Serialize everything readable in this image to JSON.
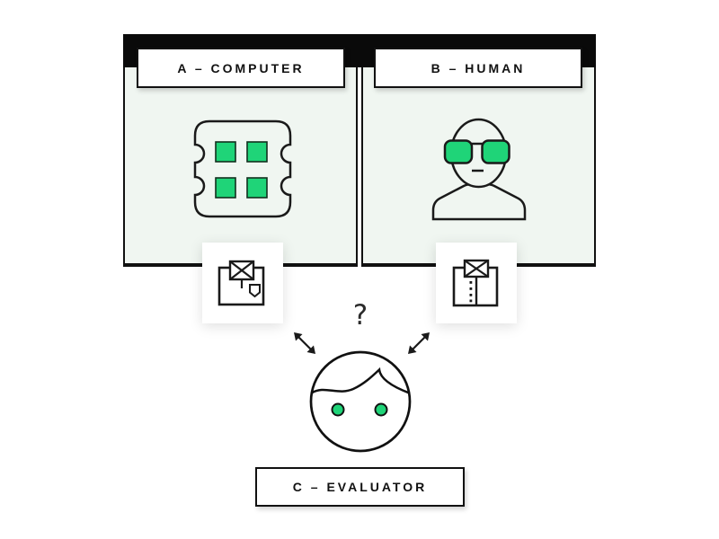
{
  "palette": {
    "accent_green": "#1fd478",
    "ink": "#111111",
    "panel_background": "#f0f6f1",
    "partition_bar": "#0a0a0a",
    "card_background": "#ffffff"
  },
  "panels": {
    "a": {
      "label": "A – COMPUTER",
      "icon": "chip-icon"
    },
    "b": {
      "label": "B – HUMAN",
      "icon": "person-sunglasses-icon"
    }
  },
  "shirt_cards": {
    "a": {
      "icon": "folded-shirt-pocket-icon"
    },
    "b": {
      "icon": "folded-shirt-buttons-icon"
    }
  },
  "evaluator": {
    "label": "C – EVALUATOR",
    "question_mark": "?",
    "icon": "face-icon",
    "arrow_icon": "double-headed-arrow-icon"
  }
}
